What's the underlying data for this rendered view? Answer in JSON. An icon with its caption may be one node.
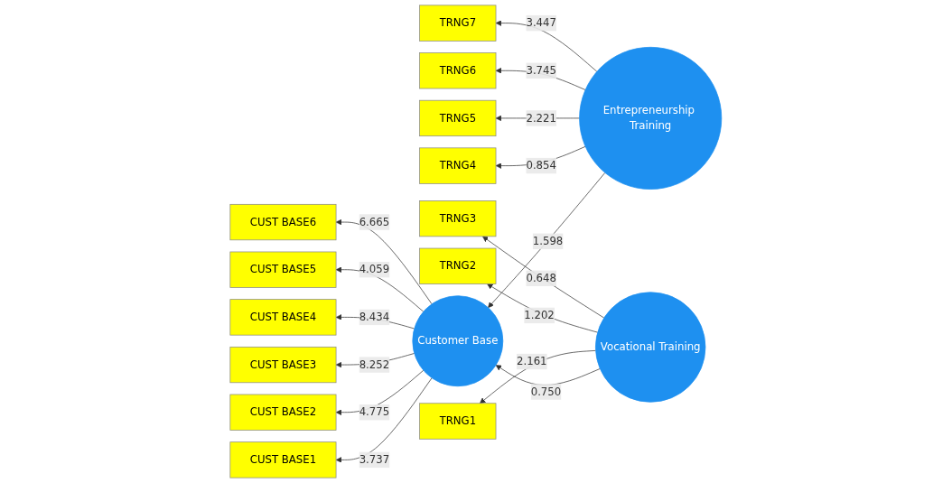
{
  "diagram": {
    "nodes": [
      {
        "text": [
          "Customer Base"
        ]
      },
      {
        "text": [
          "CUST BASE1"
        ]
      },
      {
        "text": [
          "CUST BASE2"
        ]
      },
      {
        "text": [
          "CUST BASE3"
        ]
      },
      {
        "text": [
          "CUST BASE4"
        ]
      },
      {
        "text": [
          "CUST BASE5"
        ]
      },
      {
        "text": [
          "CUST BASE6"
        ]
      },
      {
        "text": [
          "Entrepreneurship Training"
        ]
      },
      {
        "text": [
          "TRNG4"
        ]
      },
      {
        "text": [
          "TRNG5"
        ]
      },
      {
        "text": [
          "TRNG6"
        ]
      },
      {
        "text": [
          "TRNG7"
        ]
      },
      {
        "text": [
          "Vocational Training"
        ]
      },
      {
        "text": [
          "TRNG1"
        ]
      },
      {
        "text": [
          "TRNG2"
        ]
      },
      {
        "text": [
          "TRNG3"
        ]
      }
    ],
    "edges": [
      {
        "from": 7,
        "to": 0,
        "arrow": "to",
        "label": "1.598"
      },
      {
        "from": 12,
        "to": 0,
        "arrow": "to",
        "label": "0.750"
      },
      {
        "from": 0,
        "to": 1,
        "arrow": "to",
        "label": "3.737"
      },
      {
        "from": 0,
        "to": 2,
        "arrow": "to",
        "label": "4.775"
      },
      {
        "from": 0,
        "to": 3,
        "arrow": "to",
        "label": "8.252"
      },
      {
        "from": 0,
        "to": 4,
        "arrow": "to",
        "label": "8.434"
      },
      {
        "from": 0,
        "to": 5,
        "arrow": "to",
        "label": "4.059"
      },
      {
        "from": 0,
        "to": 6,
        "arrow": "to",
        "label": "6.665"
      },
      {
        "from": 7,
        "to": 8,
        "arrow": "to",
        "label": "0.854"
      },
      {
        "from": 7,
        "to": 9,
        "arrow": "to",
        "label": "2.221"
      },
      {
        "from": 7,
        "to": 10,
        "arrow": "to",
        "label": "3.745"
      },
      {
        "from": 7,
        "to": 11,
        "arrow": "to",
        "label": "3.447"
      },
      {
        "from": 12,
        "to": 13,
        "arrow": "to",
        "label": "2.161"
      },
      {
        "from": 12,
        "to": 14,
        "arrow": "to",
        "label": "1.202"
      },
      {
        "from": 12,
        "to": 15,
        "arrow": "to",
        "label": "0.648"
      }
    ]
  }
}
